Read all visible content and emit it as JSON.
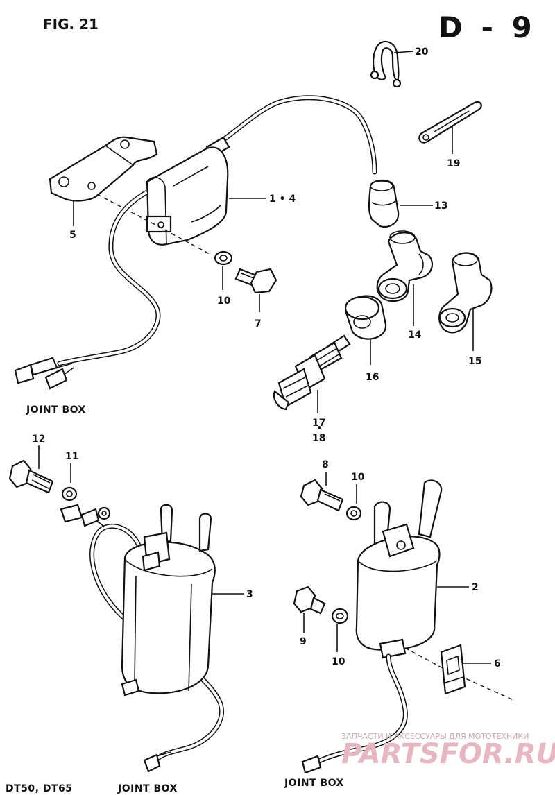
{
  "header": {
    "figure": "FIG. 21",
    "page_code": "D - 9"
  },
  "callouts": {
    "c1_4": "1 • 4",
    "c2": "2",
    "c3": "3",
    "c5": "5",
    "c6": "6",
    "c7": "7",
    "c8": "8",
    "c9": "9",
    "c10a": "10",
    "c10b": "10",
    "c10c": "10",
    "c11": "11",
    "c12": "12",
    "c13": "13",
    "c14": "14",
    "c15": "15",
    "c16": "16",
    "c17": "17",
    "c18": "18",
    "c19": "19",
    "c20": "20"
  },
  "captions": {
    "joint_box_top": "JOINT BOX",
    "joint_box_left": "JOINT BOX",
    "joint_box_right": "JOINT BOX",
    "models": "DT50, DT65"
  },
  "watermark": {
    "tagline": "ЗАПЧАСТИ И АКСЕССУАРЫ ДЛЯ МОТОТЕХНИКИ",
    "brand": "PARTSFOR.RU"
  }
}
